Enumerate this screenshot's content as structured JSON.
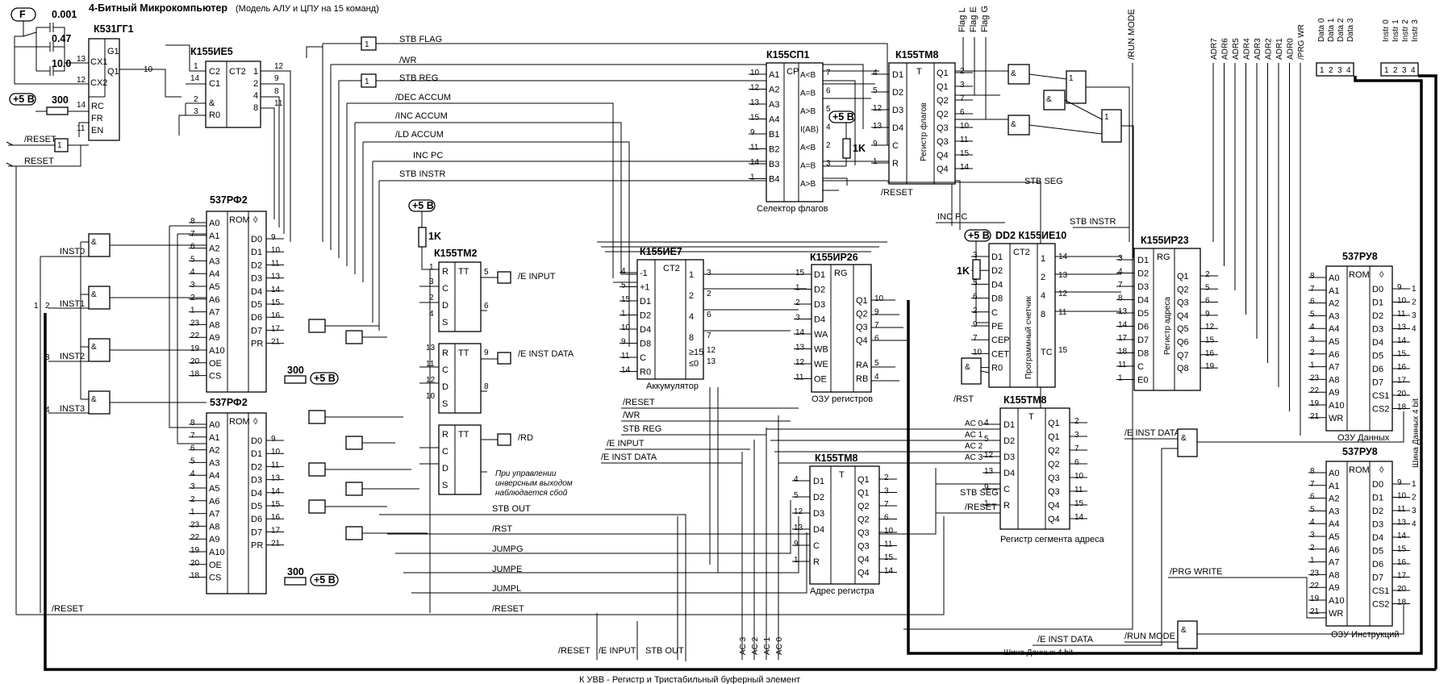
{
  "title": "4-Битный Микрокомпьютер",
  "subtitle": "(Модель АЛУ и ЦПУ на 15 команд)",
  "clock": {
    "tag": "F",
    "caps": [
      "0.001",
      "0.47",
      "10.0"
    ],
    "chip": "К531ГГ1",
    "pins_left": [
      "CX1",
      "CX2"
    ],
    "pins_ctrl": [
      "RC",
      "FR",
      "EN"
    ],
    "pin_g": "G1",
    "pin_q": "Q1",
    "resistor": "300",
    "vcc": "+5 В",
    "nums": [
      "13",
      "12",
      "14",
      "11",
      "10"
    ]
  },
  "counter": {
    "chip": "К155ИЕ5",
    "pins": [
      "C2",
      "C1",
      "&",
      "R0"
    ],
    "ct": "CT2",
    "outs": [
      "1",
      "2",
      "4",
      "8"
    ],
    "nums": [
      "1",
      "14",
      "2",
      "3",
      "12",
      "9",
      "8",
      "11"
    ]
  },
  "signals_left": [
    "/RESET",
    "RESET"
  ],
  "rom1": {
    "chip": "537РФ2",
    "addr": [
      "A0",
      "A1",
      "A2",
      "A3",
      "A4",
      "A5",
      "A6",
      "A7",
      "A8",
      "A9",
      "A10",
      "OE",
      "CS"
    ],
    "addr_nums": [
      "8",
      "7",
      "6",
      "5",
      "4",
      "3",
      "2",
      "1",
      "23",
      "22",
      "19",
      "20",
      "18"
    ],
    "data": [
      "D0",
      "D1",
      "D2",
      "D3",
      "D4",
      "D5",
      "D6",
      "D7",
      "PR"
    ],
    "data_nums": [
      "9",
      "10",
      "11",
      "13",
      "14",
      "15",
      "16",
      "17",
      "21"
    ],
    "label_rom": "ROM",
    "resistor": "300",
    "vcc": "+5 В"
  },
  "rom2": {
    "chip": "537РФ2",
    "addr": [
      "A0",
      "A1",
      "A2",
      "A3",
      "A4",
      "A5",
      "A6",
      "A7",
      "A8",
      "A9",
      "A10",
      "OE",
      "CS"
    ],
    "addr_nums": [
      "8",
      "7",
      "6",
      "5",
      "4",
      "3",
      "2",
      "1",
      "23",
      "22",
      "19",
      "20",
      "18"
    ],
    "data": [
      "D0",
      "D1",
      "D2",
      "D3",
      "D4",
      "D5",
      "D6",
      "D7",
      "PR"
    ],
    "data_nums": [
      "9",
      "10",
      "11",
      "13",
      "14",
      "15",
      "16",
      "17",
      "21"
    ],
    "label_rom": "ROM",
    "resistor": "300",
    "vcc": "+5 В"
  },
  "inst_labels": [
    "INST0",
    "INST1",
    "INST2",
    "INST3"
  ],
  "inst_nums": [
    "1",
    "2",
    "3",
    "4"
  ],
  "ctrl_signals": [
    "STB FLAG",
    "/WR",
    "STB REG",
    "/DEC ACCUM",
    "/INC ACCUM",
    "/LD ACCUM",
    "INC PC",
    "STB INSTR"
  ],
  "tm2": {
    "chip": "К155ТМ2",
    "pins": [
      "R",
      "C",
      "D",
      "S"
    ],
    "tt": "TT",
    "resistor": "1K",
    "vcc": "+5 В",
    "outs": [
      "/E INPUT",
      "/E INST DATA",
      "/RD"
    ],
    "note": [
      "При управлении",
      "инверсным выходом",
      "наблюдается сбой"
    ],
    "nums": [
      "1",
      "3",
      "2",
      "4",
      "5",
      "6",
      "13",
      "11",
      "12",
      "10",
      "9",
      "8"
    ]
  },
  "lower_signals": [
    "STB OUT",
    "/RST",
    "JUMPG",
    "JUMPE",
    "JUMPL",
    "/RESET"
  ],
  "acc": {
    "chip": "К155ИЕ7",
    "caption": "Аккумулятор",
    "ct": "CT2",
    "left": [
      "-1",
      "+1",
      "D1",
      "D2",
      "D4",
      "D8",
      "C",
      "R0"
    ],
    "left_nums": [
      "4",
      "5",
      "15",
      "1",
      "10",
      "9",
      "11",
      "14"
    ],
    "right": [
      "1",
      "2",
      "4",
      "8",
      "≥15",
      "≤0"
    ],
    "right_nums": [
      "3",
      "2",
      "6",
      "7",
      "12",
      "13"
    ]
  },
  "mid_signals": [
    "/RESET",
    "/WR",
    "STB REG",
    "/E INPUT",
    "/E INST DATA"
  ],
  "regfile": {
    "chip": "К155ИР26",
    "caption": "ОЗУ регистров",
    "rg": "RG",
    "left": [
      "D1",
      "D2",
      "D3",
      "D4",
      "WA",
      "WB",
      "WE",
      "OE"
    ],
    "left_nums": [
      "15",
      "1",
      "2",
      "3",
      "14",
      "13",
      "12",
      "11"
    ],
    "right": [
      "Q1",
      "Q2",
      "Q3",
      "Q4",
      "RA",
      "RB"
    ],
    "right_nums": [
      "10",
      "9",
      "7",
      "6",
      "5",
      "4"
    ]
  },
  "regaddr": {
    "chip": "К155ТМ8",
    "caption": "Адрес регистра",
    "t": "T",
    "left": [
      "D1",
      "D2",
      "D3",
      "D4",
      "C",
      "R"
    ],
    "left_nums": [
      "4",
      "5",
      "12",
      "13",
      "9",
      "1"
    ],
    "right": [
      "Q1",
      "Q1",
      "Q2",
      "Q2",
      "Q3",
      "Q3",
      "Q4",
      "Q4"
    ],
    "right_nums": [
      "2",
      "3",
      "7",
      "6",
      "10",
      "11",
      "15",
      "14"
    ]
  },
  "sel": {
    "chip": "К155СП1",
    "caption": "Селектор флагов",
    "cp": "CP",
    "left": [
      "A1",
      "A2",
      "A3",
      "A4",
      "B1",
      "B2",
      "B3",
      "B4"
    ],
    "left_nums": [
      "10",
      "12",
      "13",
      "15",
      "9",
      "11",
      "14",
      "1"
    ],
    "right": [
      "A<B",
      "A=B",
      "A>B",
      "I(AB)",
      "A<B",
      "A=B",
      "A>B"
    ],
    "right_nums": [
      "7",
      "6",
      "5",
      "4",
      "2",
      "3"
    ],
    "resistor": "1K",
    "vcc": "+5 В"
  },
  "flags": {
    "chip": "К155ТМ8",
    "caption": "Регистр флагов",
    "t": "T",
    "left": [
      "D1",
      "D2",
      "D3",
      "D4",
      "C",
      "R"
    ],
    "left_nums": [
      "4",
      "5",
      "12",
      "13",
      "9",
      "1"
    ],
    "right": [
      "Q1",
      "Q1",
      "Q2",
      "Q2",
      "Q3",
      "Q3",
      "Q4",
      "Q4"
    ],
    "right_nums": [
      "2",
      "3",
      "7",
      "6",
      "10",
      "11",
      "15",
      "14"
    ],
    "outs": [
      "Flag L",
      "Flag E",
      "Flag G"
    ],
    "reset": "/RESET",
    "stb_seg": "STB SEG"
  },
  "pc": {
    "chip": "DD2 К155ИЕ10",
    "vcc": "+5 В",
    "resistor": "1K",
    "caption": "Программный счетчик",
    "ct": "CT2",
    "left": [
      "D1",
      "D2",
      "D4",
      "D8",
      "C",
      "PE",
      "CEP",
      "CET",
      "R0"
    ],
    "left_nums": [
      "3",
      "4",
      "5",
      "6",
      "2",
      "9",
      "7",
      "10",
      "1"
    ],
    "right": [
      "1",
      "2",
      "4",
      "8",
      "TC"
    ],
    "right_nums": [
      "14",
      "13",
      "12",
      "11",
      "15"
    ],
    "signals": [
      "INC PC",
      "STB INSTR",
      "/RST"
    ]
  },
  "segreg": {
    "chip": "К155ТМ8",
    "caption": "Регистр сегмента адреса",
    "t": "T",
    "left": [
      "D1",
      "D2",
      "D3",
      "D4",
      "C",
      "R"
    ],
    "left_nums": [
      "4",
      "5",
      "12",
      "13",
      "9",
      "1"
    ],
    "right": [
      "Q1",
      "Q1",
      "Q2",
      "Q2",
      "Q3",
      "Q3",
      "Q4",
      "Q4"
    ],
    "right_nums": [
      "2",
      "3",
      "7",
      "6",
      "10",
      "11",
      "15",
      "14"
    ],
    "inputs": [
      "AC 0",
      "AC 1",
      "AC 2",
      "AC 3"
    ],
    "stb": "STB SEG",
    "reset": "/RESET"
  },
  "addrreg": {
    "chip": "К155ИР23",
    "caption": "Регистр адреса",
    "rg": "RG",
    "left": [
      "D1",
      "D2",
      "D3",
      "D4",
      "D5",
      "D6",
      "D7",
      "D8",
      "C",
      "E0"
    ],
    "left_nums": [
      "3",
      "4",
      "7",
      "8",
      "13",
      "14",
      "17",
      "18",
      "11",
      "1"
    ],
    "right": [
      "Q1",
      "Q2",
      "Q3",
      "Q4",
      "Q5",
      "Q6",
      "Q7",
      "Q8"
    ],
    "right_nums": [
      "2",
      "5",
      "6",
      "9",
      "12",
      "15",
      "16",
      "19"
    ]
  },
  "ram_data": {
    "chip": "537РУ8",
    "caption": "ОЗУ Данных",
    "label_rom": "ROM",
    "left": [
      "A0",
      "A1",
      "A2",
      "A3",
      "A4",
      "A5",
      "A6",
      "A7",
      "A8",
      "A9",
      "A10",
      "WR"
    ],
    "left_nums": [
      "8",
      "7",
      "6",
      "5",
      "4",
      "3",
      "2",
      "1",
      "23",
      "22",
      "19",
      "21"
    ],
    "right": [
      "D0",
      "D1",
      "D2",
      "D3",
      "D4",
      "D5",
      "D6",
      "D7",
      "CS1",
      "CS2"
    ],
    "right_nums": [
      "9",
      "10",
      "11",
      "13",
      "14",
      "15",
      "16",
      "17",
      "20",
      "18"
    ],
    "bus_nums": [
      "1",
      "2",
      "3",
      "4"
    ]
  },
  "ram_instr": {
    "chip": "537РУ8",
    "caption": "ОЗУ Инструкций",
    "label_rom": "ROM",
    "left": [
      "A0",
      "A1",
      "A2",
      "A3",
      "A4",
      "A5",
      "A6",
      "A7",
      "A8",
      "A9",
      "A10",
      "WR"
    ],
    "left_nums": [
      "8",
      "7",
      "6",
      "5",
      "4",
      "3",
      "2",
      "1",
      "23",
      "22",
      "19",
      "21"
    ],
    "right": [
      "D0",
      "D1",
      "D2",
      "D3",
      "D4",
      "D5",
      "D6",
      "D7",
      "CS1",
      "CS2"
    ],
    "right_nums": [
      "9",
      "10",
      "11",
      "13",
      "14",
      "15",
      "16",
      "17",
      "20",
      "18"
    ],
    "bus_nums": [
      "1",
      "2",
      "3",
      "4"
    ]
  },
  "top_buses": {
    "run_mode": "/RUN MODE",
    "adr": [
      "ADR7",
      "ADR6",
      "ADR5",
      "ADR4",
      "ADR3",
      "ADR2",
      "ADR1",
      "ADR0",
      "/PRG WR"
    ],
    "data": [
      "Data 0",
      "Data 1",
      "Data 2",
      "Data 3"
    ],
    "instr": [
      "Instr 0",
      "Instr 1",
      "Instr 2",
      "Instr 3"
    ],
    "data_nums": [
      "1",
      "2",
      "3",
      "4"
    ],
    "instr_nums": [
      "1",
      "2",
      "3",
      "4"
    ]
  },
  "right_signals": [
    "/E INST DATA",
    "/PRG WRITE",
    "/RUN MODE",
    "/E INST DATA",
    "Шина Данных 4 bit",
    "Шина Данных 4 bit"
  ],
  "bottom_signals": [
    "/RESET",
    "/E INPUT",
    "STB OUT",
    "AC 3",
    "AC 2",
    "AC 1",
    "AC 0"
  ],
  "footer": "К УВВ - Регистр и Тристабильный буферный элемент"
}
